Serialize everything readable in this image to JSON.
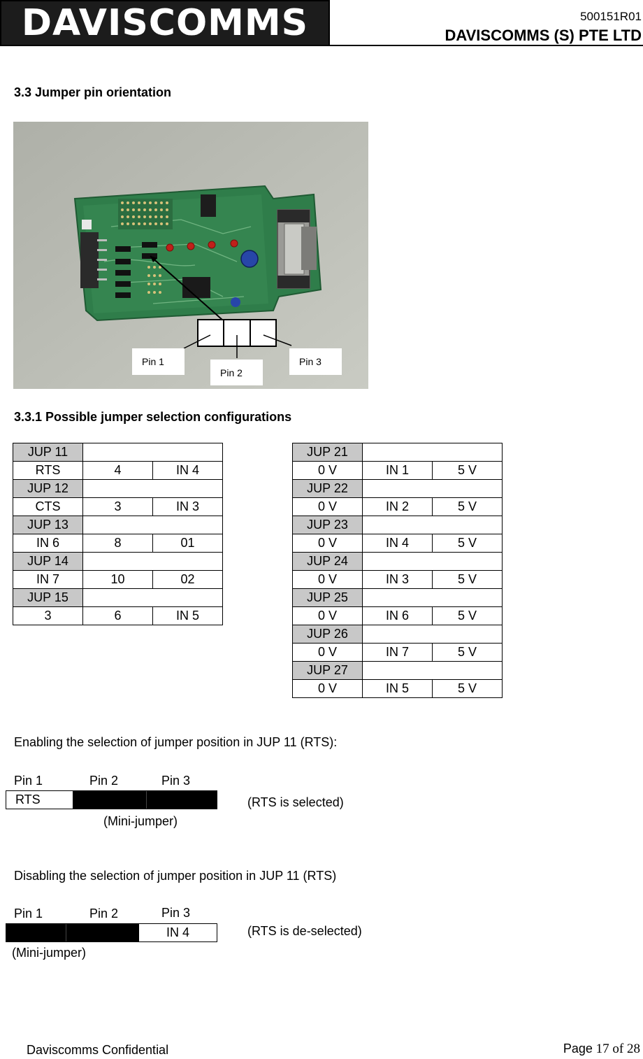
{
  "header": {
    "logo_text": "DAVISCOMMS",
    "doc_number": "500151R01",
    "company": "DAVISCOMMS (S) PTE LTD"
  },
  "section": {
    "title": "3.3 Jumper pin orientation",
    "subtitle": "3.3.1 Possible jumper selection configurations"
  },
  "photo": {
    "callouts": [
      "Pin 1",
      "Pin 2",
      "Pin 3"
    ]
  },
  "left_table": [
    {
      "jumper": "JUP 11",
      "cells": [
        "RTS",
        "4",
        "IN 4"
      ]
    },
    {
      "jumper": "JUP 12",
      "cells": [
        "CTS",
        "3",
        "IN 3"
      ]
    },
    {
      "jumper": "JUP 13",
      "cells": [
        "IN 6",
        "8",
        "01"
      ]
    },
    {
      "jumper": "JUP 14",
      "cells": [
        "IN 7",
        "10",
        "02"
      ]
    },
    {
      "jumper": "JUP 15",
      "cells": [
        "3",
        "6",
        "IN 5"
      ]
    }
  ],
  "right_table": [
    {
      "jumper": "JUP 21",
      "cells": [
        "0 V",
        "IN 1",
        "5 V"
      ]
    },
    {
      "jumper": "JUP 22",
      "cells": [
        "0 V",
        "IN 2",
        "5 V"
      ]
    },
    {
      "jumper": "JUP 23",
      "cells": [
        "0 V",
        "IN 4",
        "5 V"
      ]
    },
    {
      "jumper": "JUP 24",
      "cells": [
        "0 V",
        "IN 3",
        "5 V"
      ]
    },
    {
      "jumper": "JUP 25",
      "cells": [
        "0 V",
        "IN 6",
        "5 V"
      ]
    },
    {
      "jumper": "JUP 26",
      "cells": [
        "0 V",
        "IN 7",
        "5 V"
      ]
    },
    {
      "jumper": "JUP 27",
      "cells": [
        "0 V",
        "IN 5",
        "5 V"
      ]
    }
  ],
  "enable": {
    "text": "Enabling the selection of jumper position in JUP 11 (RTS):",
    "pins": [
      "Pin 1",
      "Pin 2",
      "Pin 3"
    ],
    "cell_label": "RTS",
    "mini_jumper": "(Mini-jumper)",
    "note": "(RTS is selected)"
  },
  "disable": {
    "text": "Disabling the selection of jumper position in JUP 11 (RTS)",
    "pins": [
      "Pin 1",
      "Pin 2",
      "Pin 3"
    ],
    "cell_label": "IN 4",
    "mini_jumper": "(Mini-jumper)",
    "note": "(RTS is de-selected)"
  },
  "footer": {
    "left": "Daviscomms Confidential",
    "page_word": "Page",
    "page_num": "17",
    "of_word": "of",
    "total": "28"
  }
}
